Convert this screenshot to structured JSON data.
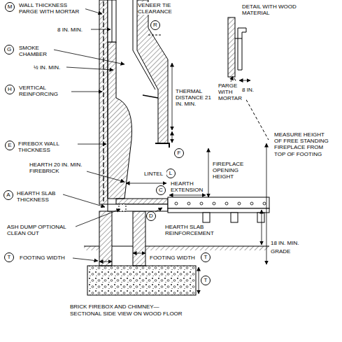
{
  "diagram": {
    "caption": "BRICK FIREBOX AND CHIMNEY— SECTIONAL SIDE VIEW ON WOOD FLOOR",
    "nodes": [
      {
        "text": [
          "M"
        ]
      },
      {
        "text": [
          "R"
        ]
      },
      {
        "text": [
          "G"
        ]
      },
      {
        "text": [
          "H"
        ]
      },
      {
        "text": [
          "E"
        ]
      },
      {
        "text": [
          "F"
        ]
      },
      {
        "text": [
          "L"
        ]
      },
      {
        "text": [
          "C"
        ]
      },
      {
        "text": [
          "A"
        ]
      },
      {
        "text": [
          "D"
        ]
      },
      {
        "text": [
          "T"
        ]
      },
      {
        "text": [
          "T"
        ]
      },
      {
        "text": [
          "T"
        ]
      }
    ],
    "labels": [
      "WALL THICKNESS PARGE WITH MORTAR",
      "VENEER TIE CLEARANCE",
      "DETAIL WITH WOOD MATERIAL",
      "8 IN. MIN.",
      "SMOKE CHAMBER",
      "½ IN. MIN.",
      "VERTICAL REINFORCING",
      "THERMAL DISTANCE 21 IN. MIN.",
      "PARGE WITH MORTAR",
      "8 IN.",
      "MEASURE HEIGHT OF FREE STANDING FIREPLACE FROM TOP OF FOOTING",
      "FIREBOX WALL THICKNESS",
      "LINTEL",
      "HEARTH 20 IN. MIN. FIREBRICK",
      "HEARTH EXTENSION",
      "FIREPLACE OPENING HEIGHT",
      "HEARTH SLAB THICKNESS",
      "ASH DUMP OPTIONAL CLEAN OUT",
      "HEARTH SLAB REINFORCEMENT",
      "18 IN. MIN.",
      "GRADE",
      "FOOTING WIDTH",
      "FOOTING WIDTH"
    ]
  }
}
